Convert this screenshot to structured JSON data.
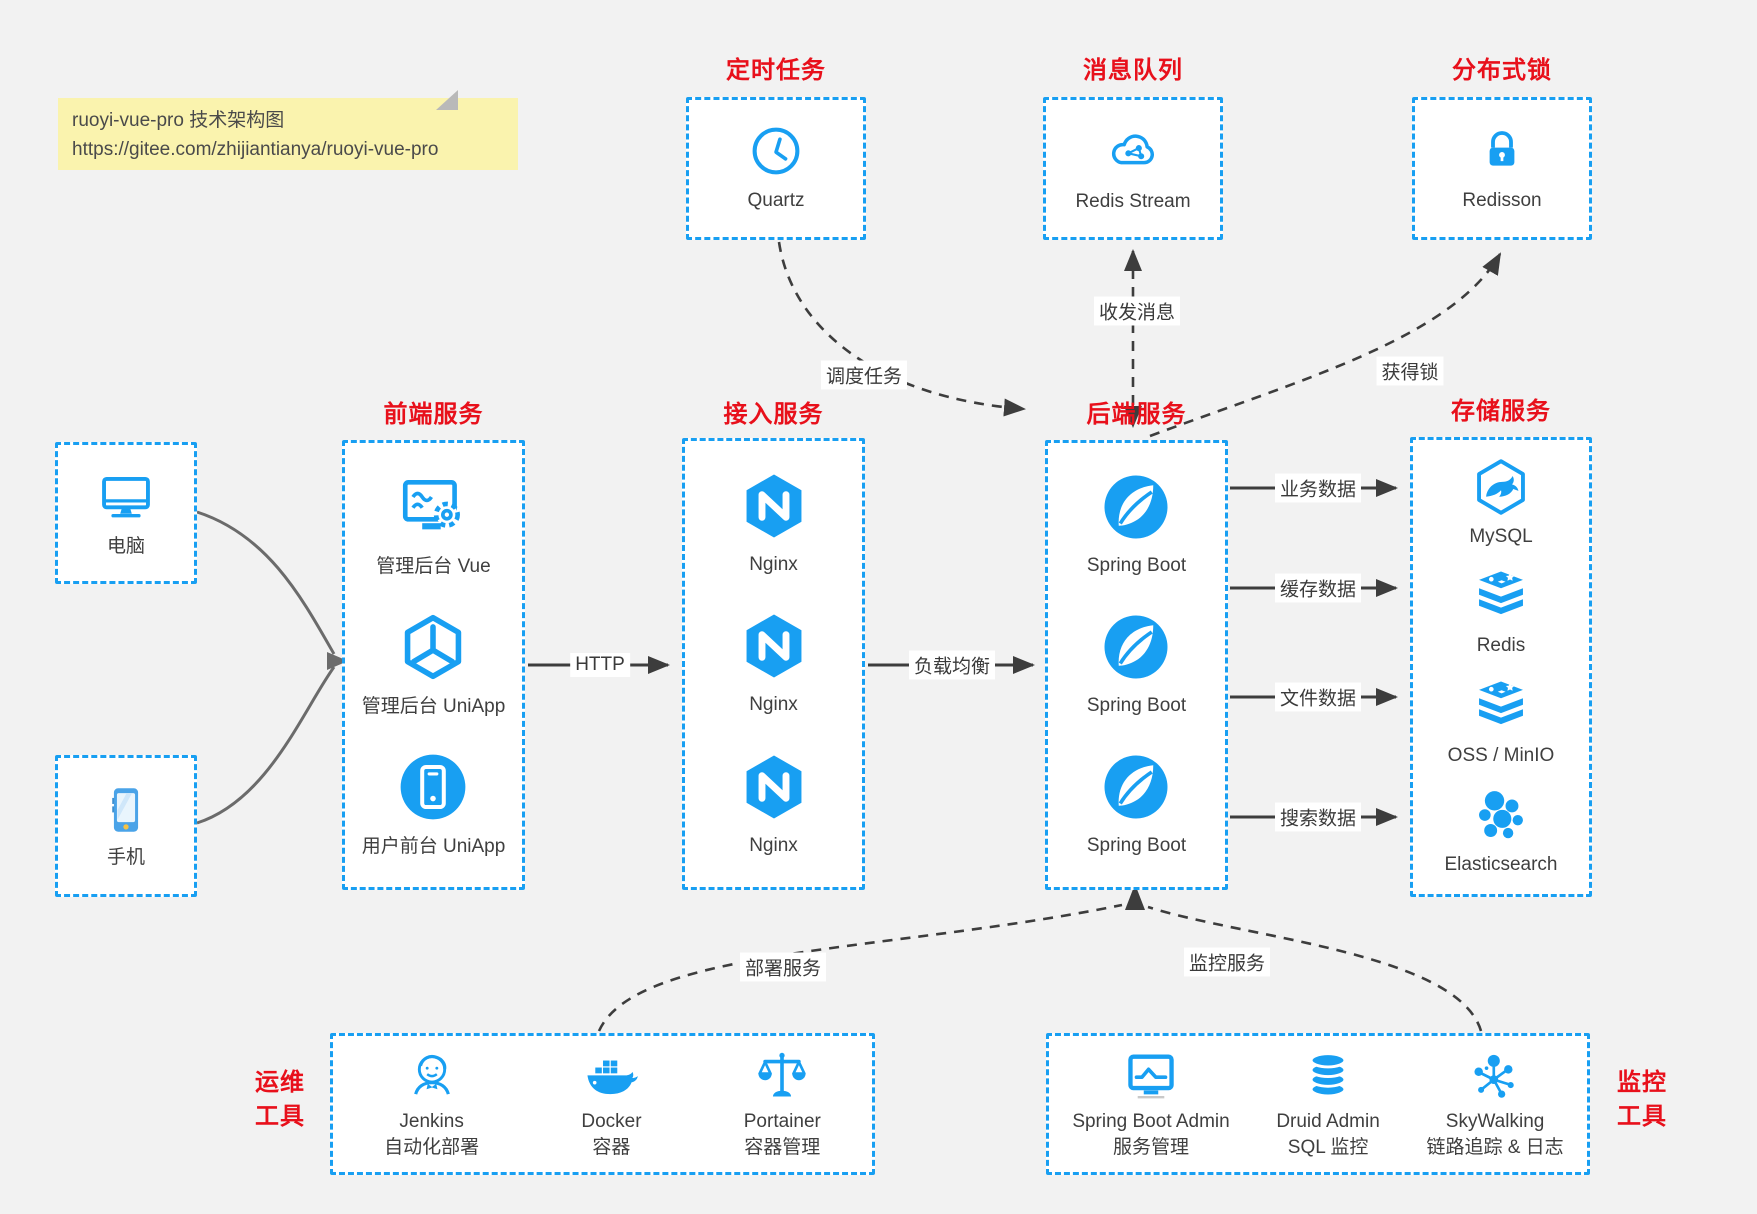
{
  "colors": {
    "accent": "#189ff2",
    "title_red": "#e8101b",
    "canvas_bg": "#f2f2f2",
    "box_bg": "#ffffff",
    "note_bg": "#faf3ae",
    "arrow": "#3d3d3d",
    "client_arrow": "#6b6b6b",
    "text": "#3f3f3f"
  },
  "note": {
    "title": "ruoyi-vue-pro 技术架构图",
    "url": "https://gitee.com/zhijiantianya/ruoyi-vue-pro"
  },
  "groups": {
    "scheduler": {
      "title": "定时任务",
      "items": [
        {
          "icon": "clock-icon",
          "label": "Quartz"
        }
      ]
    },
    "mq": {
      "title": "消息队列",
      "items": [
        {
          "icon": "redis-stream-cloud-icon",
          "label": "Redis Stream"
        }
      ]
    },
    "lock": {
      "title": "分布式锁",
      "items": [
        {
          "icon": "padlock-icon",
          "label": "Redisson"
        }
      ]
    },
    "clients": {
      "computer": {
        "icon": "desktop-computer-icon",
        "label": "电脑"
      },
      "phone": {
        "icon": "smartphone-icon",
        "label": "手机"
      }
    },
    "frontend": {
      "title": "前端服务",
      "items": [
        {
          "icon": "admin-dashboard-icon",
          "label": "管理后台 Vue"
        },
        {
          "icon": "uniapp-cube-icon",
          "label": "管理后台 UniApp"
        },
        {
          "icon": "mobile-app-icon",
          "label": "用户前台 UniApp"
        }
      ]
    },
    "gateway": {
      "title": "接入服务",
      "items": [
        {
          "icon": "nginx-icon",
          "label": "Nginx"
        },
        {
          "icon": "nginx-icon",
          "label": "Nginx"
        },
        {
          "icon": "nginx-icon",
          "label": "Nginx"
        }
      ]
    },
    "backend": {
      "title": "后端服务",
      "items": [
        {
          "icon": "spring-boot-icon",
          "label": "Spring Boot"
        },
        {
          "icon": "spring-boot-icon",
          "label": "Spring Boot"
        },
        {
          "icon": "spring-boot-icon",
          "label": "Spring Boot"
        }
      ]
    },
    "storage": {
      "title": "存储服务",
      "items": [
        {
          "icon": "mysql-icon",
          "label": "MySQL"
        },
        {
          "icon": "redis-icon",
          "label": "Redis"
        },
        {
          "icon": "oss-minio-icon",
          "label": "OSS / MinIO"
        },
        {
          "icon": "elasticsearch-icon",
          "label": "Elasticsearch"
        }
      ]
    },
    "ops": {
      "title_line1": "运维",
      "title_line2": "工具",
      "items": [
        {
          "icon": "jenkins-icon",
          "label": "Jenkins",
          "sublabel": "自动化部署"
        },
        {
          "icon": "docker-icon",
          "label": "Docker",
          "sublabel": "容器"
        },
        {
          "icon": "portainer-icon",
          "label": "Portainer",
          "sublabel": "容器管理"
        }
      ]
    },
    "monitoring": {
      "title_line1": "监控",
      "title_line2": "工具",
      "items": [
        {
          "icon": "spring-boot-admin-icon",
          "label": "Spring Boot Admin",
          "sublabel": "服务管理"
        },
        {
          "icon": "druid-icon",
          "label": "Druid Admin",
          "sublabel": "SQL 监控"
        },
        {
          "icon": "skywalking-icon",
          "label": "SkyWalking",
          "sublabel": "链路追踪 & 日志"
        }
      ]
    }
  },
  "edges": {
    "http": "HTTP",
    "load_balance": "负载均衡",
    "schedule_job": "调度任务",
    "send_receive_message": "收发消息",
    "acquire_lock": "获得锁",
    "business_data": "业务数据",
    "cache_data": "缓存数据",
    "file_data": "文件数据",
    "search_data": "搜索数据",
    "deploy_service": "部署服务",
    "monitor_service": "监控服务"
  }
}
